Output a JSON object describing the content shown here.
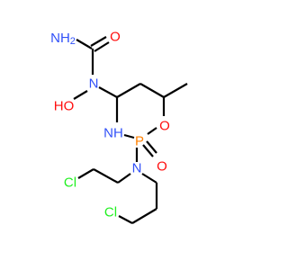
{
  "colors": {
    "carbon": "#000000",
    "nitrogen": "#3050F8",
    "oxygen": "#FF0D0D",
    "phosphorus": "#FF8000",
    "chlorine": "#1FF01F",
    "background": "#FFFFFF"
  },
  "atoms": {
    "amine_nh2": "NH2",
    "carbonyl_o": "O",
    "hydroxyl_o": "HO",
    "urea_n": "N",
    "ring_nh": "NH",
    "phosphorus": "P",
    "ring_o": "O",
    "phosphoryl_o": "O",
    "mustard_n": "N",
    "chlorine_left": "Cl",
    "chlorine_right": "Cl"
  }
}
